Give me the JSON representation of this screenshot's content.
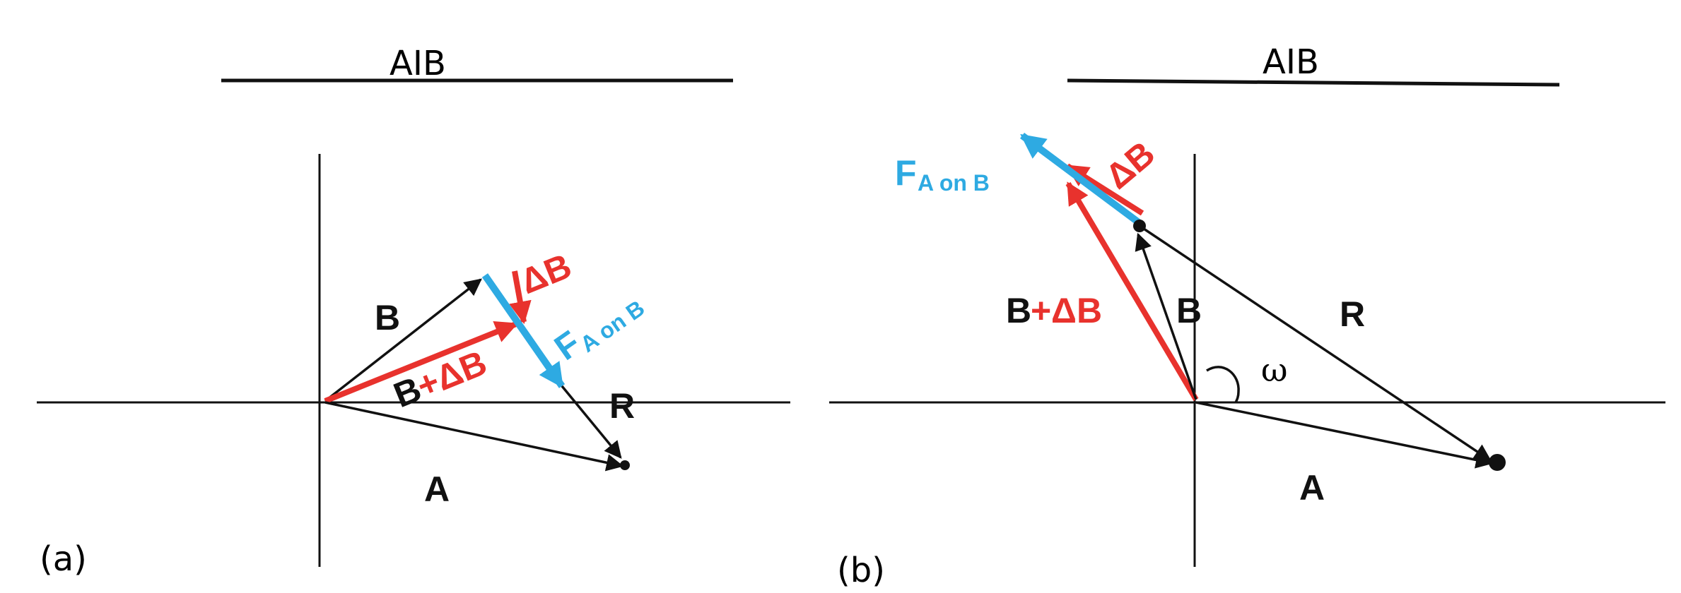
{
  "colors": {
    "black": "#111111",
    "red": "#e8322d",
    "blue": "#2eaae2"
  },
  "panel_a": {
    "heading": "AIB",
    "caption": "(a)",
    "label_B": "B",
    "label_B_plus": "B",
    "label_plus": "+",
    "label_delta_B_sum": "ΔB",
    "label_delta_B": "ΔB",
    "label_R": "R",
    "label_A": "A",
    "label_F": "F",
    "label_F_sub": "A on B"
  },
  "panel_b": {
    "heading": "AIB",
    "caption": "(b)",
    "label_F": "F",
    "label_F_sub": "A on B",
    "label_delta_B": "ΔB",
    "label_B_plus": "B",
    "label_plus": "+",
    "label_delta_B_sum": "ΔB",
    "label_B": "B",
    "label_R": "R",
    "label_omega": "ω",
    "label_A": "A"
  }
}
